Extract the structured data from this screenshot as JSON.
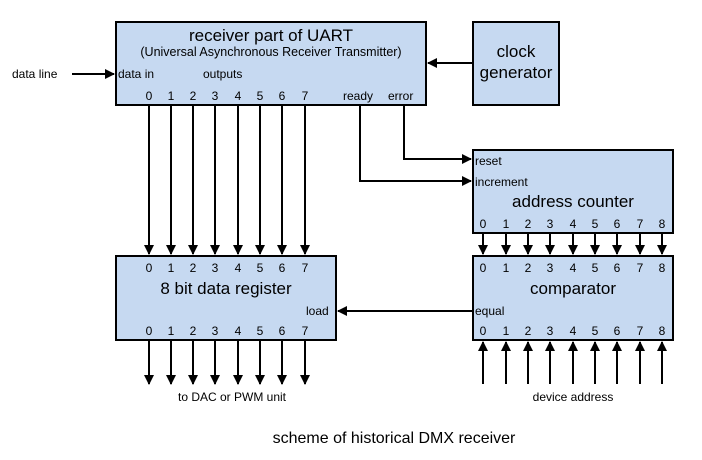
{
  "uart": {
    "title": "receiver part of UART",
    "subtitle": "(Universal Asynchronous Receiver Transmitter)",
    "data_in": "data in",
    "outputs": "outputs",
    "pins": [
      "0",
      "1",
      "2",
      "3",
      "4",
      "5",
      "6",
      "7"
    ],
    "ready": "ready",
    "error": "error"
  },
  "clock": {
    "line1": "clock",
    "line2": "generator"
  },
  "data_line": "data line",
  "counter": {
    "title": "address counter",
    "reset": "reset",
    "increment": "increment",
    "pins": [
      "0",
      "1",
      "2",
      "3",
      "4",
      "5",
      "6",
      "7",
      "8"
    ]
  },
  "register": {
    "title": "8 bit data register",
    "load": "load",
    "pins_top": [
      "0",
      "1",
      "2",
      "3",
      "4",
      "5",
      "6",
      "7"
    ],
    "pins_bottom": [
      "0",
      "1",
      "2",
      "3",
      "4",
      "5",
      "6",
      "7"
    ]
  },
  "comparator": {
    "title": "comparator",
    "equal": "equal",
    "pins_top": [
      "0",
      "1",
      "2",
      "3",
      "4",
      "5",
      "6",
      "7",
      "8"
    ],
    "pins_bottom": [
      "0",
      "1",
      "2",
      "3",
      "4",
      "5",
      "6",
      "7",
      "8"
    ]
  },
  "labels": {
    "to_dac": "to DAC or PWM unit",
    "device_address": "device address"
  },
  "caption": "scheme of historical DMX receiver"
}
